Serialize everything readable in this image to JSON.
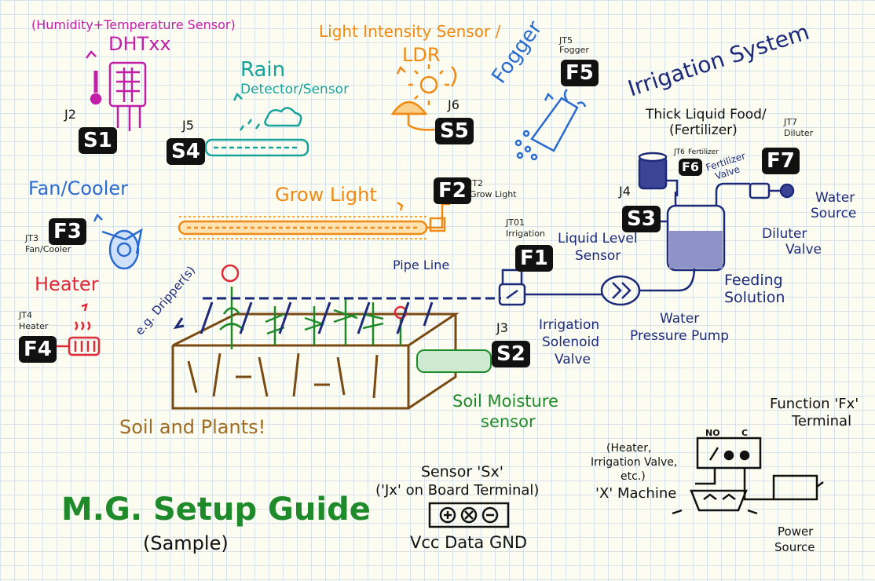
{
  "colors": {
    "magenta": "#c21fa8",
    "teal": "#17a39a",
    "orange": "#f08a12",
    "blue": "#2a6bd1",
    "red": "#e02a38",
    "navy": "#1d2a7a",
    "brown": "#8a5a1c",
    "green": "#1f8a2a",
    "ink": "#111111"
  },
  "sensors": {
    "dht": {
      "desc": "(Humidity+Temperature Sensor)",
      "name": "DHTxx",
      "terminal": "J2",
      "badge": "S1"
    },
    "rain": {
      "name": "Rain",
      "sub": "Detector/Sensor",
      "terminal": "J5",
      "badge": "S4"
    },
    "ldr": {
      "desc": "Light Intensity Sensor /",
      "name": "LDR",
      "terminal": "J6",
      "badge": "S5"
    },
    "level": {
      "name": "Liquid Level",
      "sub": "Sensor",
      "terminal": "J4",
      "badge": "S3"
    },
    "soil": {
      "name": "Soil Moisture",
      "sub": "sensor",
      "terminal": "J3",
      "badge": "S2"
    }
  },
  "functions": {
    "fogger": {
      "name": "Fogger",
      "terminal": "JT5",
      "terminal_sub": "Fogger",
      "badge": "F5"
    },
    "grow": {
      "name": "Grow Light",
      "terminal": "JT2",
      "terminal_sub": "Grow Light",
      "badge": "F2"
    },
    "fan": {
      "name": "Fan/Cooler",
      "terminal": "JT3",
      "terminal_sub": "Fan/Cooler",
      "badge": "F3"
    },
    "heater": {
      "name": "Heater",
      "terminal": "JT4",
      "terminal_sub": "Heater",
      "badge": "F4"
    },
    "irrigation": {
      "terminal": "JT01",
      "terminal_sub": "Irrigation",
      "badge": "F1"
    },
    "fertilizer": {
      "terminal": "JT6",
      "terminal_sub": "Fertilizer",
      "badge": "F6"
    },
    "diluter": {
      "terminal": "JT7",
      "terminal_sub": "Diluter",
      "badge": "F7"
    }
  },
  "labels": {
    "irrigation_system": "Irrigation System",
    "thick_food": "Thick Liquid Food/",
    "fertilizer_paren": "(Fertilizer)",
    "fertilizer_valve_1": "Fertilizer",
    "fertilizer_valve_2": "Valve",
    "water_source_1": "Water",
    "water_source_2": "Source",
    "diluter_valve_1": "Diluter",
    "diluter_valve_2": "Valve",
    "feeding_1": "Feeding",
    "feeding_2": "Solution",
    "pipe_line": "Pipe Line",
    "dripper": "e.g. Dripper(s)",
    "solenoid_1": "Irrigation",
    "solenoid_2": "Solenoid",
    "solenoid_3": "Valve",
    "pump_1": "Water",
    "pump_2": "Pressure Pump",
    "soil_plants": "Soil and Plants!"
  },
  "guide": {
    "title": "M.G. Setup Guide",
    "subtitle": "(Sample)"
  },
  "sensor_legend": {
    "title": "Sensor 'Sx'",
    "subtitle": "('Jx' on Board Terminal)",
    "pins": "Vcc Data GND"
  },
  "function_legend": {
    "title_1": "Function 'Fx'",
    "title_2": "Terminal",
    "no": "NO",
    "c": "C",
    "machine_desc_1": "(Heater,",
    "machine_desc_2": "Irrigation Valve,",
    "machine_desc_3": "etc.)",
    "machine": "'X' Machine",
    "power_1": "Power",
    "power_2": "Source"
  }
}
